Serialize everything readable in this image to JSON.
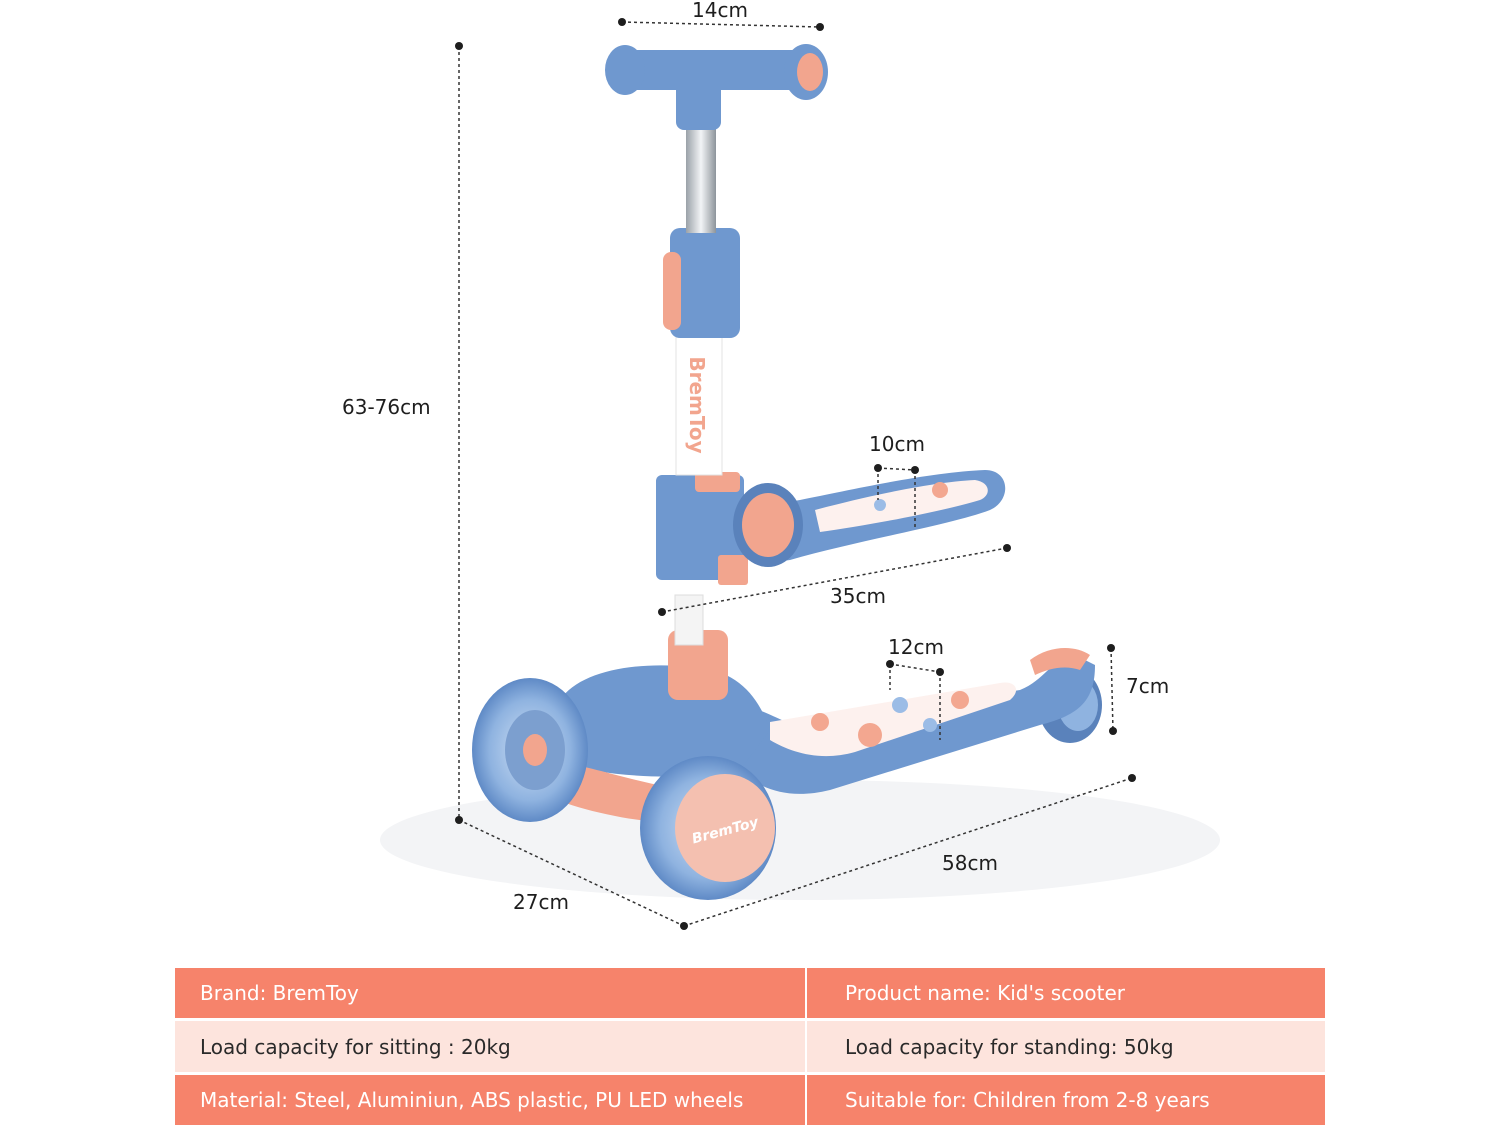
{
  "dimensions": {
    "handlebar_width": "14cm",
    "total_height": "63-76cm",
    "seat_width": "10cm",
    "seat_length": "35cm",
    "deck_width": "12cm",
    "deck_height": "7cm",
    "overall_length": "58cm",
    "overall_width": "27cm"
  },
  "product": {
    "stem_logo": "BremToy",
    "wheel_logo": "BremToy"
  },
  "specs": {
    "brand": "Brand: BremToy",
    "product_name": "Product name: Kid's scooter",
    "load_sitting": "Load capacity for sitting : 20kg",
    "load_standing": "Load capacity for standing: 50kg",
    "material": "Material: Steel, Aluminiun, ABS plastic, PU LED wheels",
    "suitable_for": "Suitable for: Children from 2-8 years"
  },
  "colors": {
    "scooter_blue": "#6f98cf",
    "scooter_blue_dark": "#5a82bb",
    "accent_peach": "#f2a58e",
    "table_header": "#f6836b",
    "table_light": "#fde4dd"
  }
}
